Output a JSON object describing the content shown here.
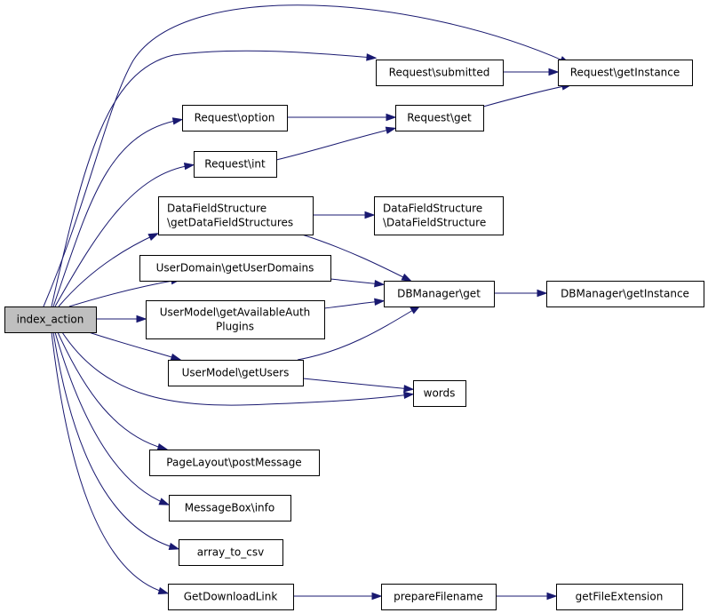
{
  "title": "index_action call graph",
  "colors": {
    "edge": "#191970",
    "root_fill": "#bfbfbf",
    "node_fill": "#ffffff",
    "border": "#000000"
  },
  "nodes": [
    {
      "id": "index_action",
      "lines": [
        "index_action"
      ],
      "root": true
    },
    {
      "id": "req_submitted",
      "lines": [
        "Request\\submitted"
      ]
    },
    {
      "id": "req_getInstance",
      "lines": [
        "Request\\getInstance"
      ]
    },
    {
      "id": "req_option",
      "lines": [
        "Request\\option"
      ]
    },
    {
      "id": "req_get",
      "lines": [
        "Request\\get"
      ]
    },
    {
      "id": "req_int",
      "lines": [
        "Request\\int"
      ]
    },
    {
      "id": "dfs_get",
      "lines": [
        "DataFieldStructure",
        "\\getDataFieldStructures"
      ]
    },
    {
      "id": "dfs_ctor",
      "lines": [
        "DataFieldStructure",
        "\\DataFieldStructure"
      ]
    },
    {
      "id": "ud_get",
      "lines": [
        "UserDomain\\getUserDomains"
      ]
    },
    {
      "id": "db_get",
      "lines": [
        "DBManager\\get"
      ]
    },
    {
      "id": "db_inst",
      "lines": [
        "DBManager\\getInstance"
      ]
    },
    {
      "id": "um_auth",
      "lines": [
        "UserModel\\getAvailableAuth",
        "Plugins"
      ]
    },
    {
      "id": "um_users",
      "lines": [
        "UserModel\\getUsers"
      ]
    },
    {
      "id": "words",
      "lines": [
        "words"
      ]
    },
    {
      "id": "pl_post",
      "lines": [
        "PageLayout\\postMessage"
      ]
    },
    {
      "id": "mb_info",
      "lines": [
        "MessageBox\\info"
      ]
    },
    {
      "id": "a2csv",
      "lines": [
        "array_to_csv"
      ]
    },
    {
      "id": "gdl",
      "lines": [
        "GetDownloadLink"
      ]
    },
    {
      "id": "prep",
      "lines": [
        "prepareFilename"
      ]
    },
    {
      "id": "gfe",
      "lines": [
        "getFileExtension"
      ]
    }
  ],
  "edges": [
    {
      "from": "index_action",
      "to": "req_getInstance"
    },
    {
      "from": "index_action",
      "to": "req_submitted"
    },
    {
      "from": "index_action",
      "to": "req_option"
    },
    {
      "from": "index_action",
      "to": "req_int"
    },
    {
      "from": "index_action",
      "to": "dfs_get"
    },
    {
      "from": "index_action",
      "to": "ud_get"
    },
    {
      "from": "index_action",
      "to": "um_auth"
    },
    {
      "from": "index_action",
      "to": "um_users"
    },
    {
      "from": "index_action",
      "to": "words"
    },
    {
      "from": "index_action",
      "to": "pl_post"
    },
    {
      "from": "index_action",
      "to": "mb_info"
    },
    {
      "from": "index_action",
      "to": "a2csv"
    },
    {
      "from": "index_action",
      "to": "gdl"
    },
    {
      "from": "req_submitted",
      "to": "req_getInstance"
    },
    {
      "from": "req_option",
      "to": "req_get"
    },
    {
      "from": "req_int",
      "to": "req_get"
    },
    {
      "from": "req_get",
      "to": "req_getInstance"
    },
    {
      "from": "dfs_get",
      "to": "dfs_ctor"
    },
    {
      "from": "dfs_get",
      "to": "db_get"
    },
    {
      "from": "ud_get",
      "to": "db_get"
    },
    {
      "from": "um_auth",
      "to": "db_get"
    },
    {
      "from": "um_users",
      "to": "db_get"
    },
    {
      "from": "um_users",
      "to": "words"
    },
    {
      "from": "db_get",
      "to": "db_inst"
    },
    {
      "from": "gdl",
      "to": "prep"
    },
    {
      "from": "prep",
      "to": "gfe"
    }
  ]
}
